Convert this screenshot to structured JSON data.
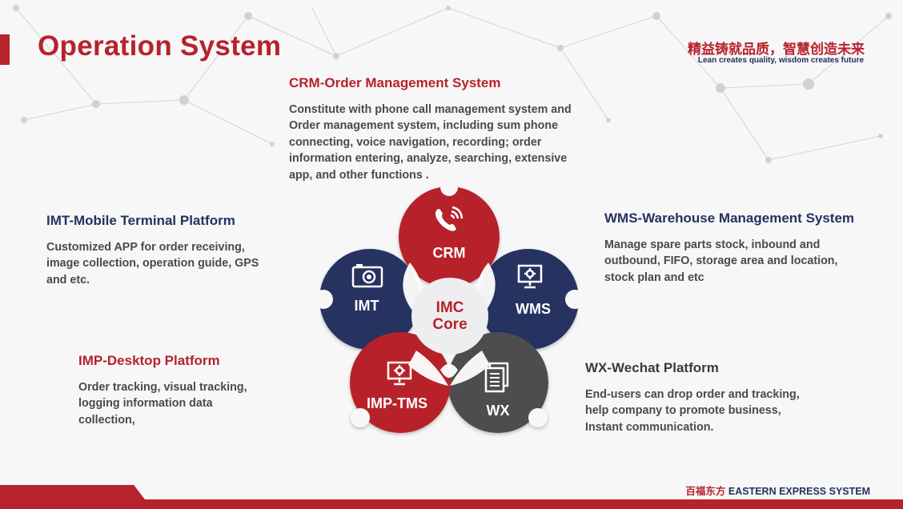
{
  "header": {
    "title": "Operation System",
    "slogan_cn": "精益铸就品质，智慧创造未来",
    "slogan_en": "Lean creates quality, wisdom creates future"
  },
  "sections": {
    "crm": {
      "title": "CRM-Order Management System",
      "lines": [
        "Constitute with phone call management system and",
        "Order management system, including sum phone",
        "connecting, voice navigation, recording; order",
        "information entering, analyze, searching, extensive",
        "app, and other functions ."
      ]
    },
    "imt": {
      "title": "IMT-Mobile Terminal Platform",
      "lines": [
        "Customized APP for order receiving,",
        "image collection, operation guide, GPS",
        "and etc."
      ]
    },
    "wms": {
      "title": "WMS-Warehouse Management System",
      "lines": [
        "Manage spare parts stock, inbound and",
        "outbound, FIFO, storage area and location,",
        "stock plan and etc"
      ]
    },
    "imp": {
      "title": "IMP-Desktop Platform",
      "lines": [
        "Order tracking, visual tracking,",
        "logging information data",
        "collection,"
      ]
    },
    "wx": {
      "title": "WX-Wechat Platform",
      "lines": [
        "End-users can drop order and tracking,",
        "help company to promote business,",
        "Instant communication."
      ]
    }
  },
  "diagram": {
    "core_line1": "IMC",
    "core_line2": "Core",
    "petals": {
      "crm": {
        "label": "CRM",
        "icon": "phone-icon",
        "color": "#b7222c"
      },
      "wms": {
        "label": "WMS",
        "icon": "monitor-gear-icon",
        "color": "#253260"
      },
      "wx": {
        "label": "WX",
        "icon": "document-icon",
        "color": "#4d4d4f"
      },
      "imp": {
        "label": "IMP-TMS",
        "icon": "monitor-gear-icon",
        "color": "#b7222c"
      },
      "imt": {
        "label": "IMT",
        "icon": "camera-icon",
        "color": "#253260"
      }
    }
  },
  "footer": {
    "brand_cn": "百福东方",
    "brand_en": "EASTERN EXPRESS SYSTEM"
  },
  "colors": {
    "accent": "#b7222c",
    "navy": "#253260",
    "gray": "#4d4d4f"
  }
}
